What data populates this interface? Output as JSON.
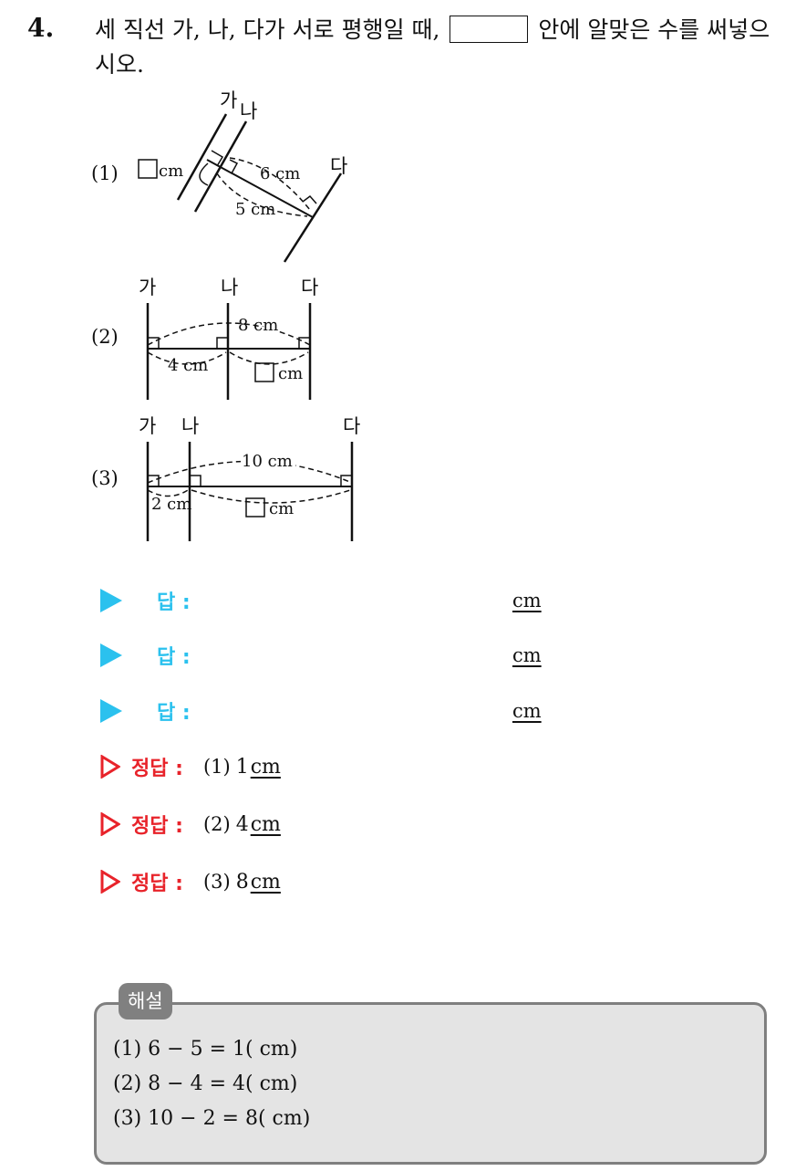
{
  "question": {
    "number": "4.",
    "text_before": "세 직선 가, 나, 다가 서로 평행일 때,",
    "text_after": "안에 알맞은 수를 써넣으시오."
  },
  "problems": [
    {
      "label": "(1)",
      "line_labels": [
        "가",
        "나",
        "다"
      ],
      "known_label": "6 cm",
      "known_label_2": "5 cm",
      "blank_unit": "cm"
    },
    {
      "label": "(2)",
      "line_labels": [
        "가",
        "나",
        "다"
      ],
      "total_label": "8 cm",
      "known_label": "4 cm",
      "blank_unit": "cm"
    },
    {
      "label": "(3)",
      "line_labels": [
        "가",
        "나",
        "다"
      ],
      "total_label": "10 cm",
      "known_label": "2 cm",
      "blank_unit": "cm"
    }
  ],
  "answer_rows": [
    {
      "label": "답 :",
      "unit": "cm"
    },
    {
      "label": "답 :",
      "unit": "cm"
    },
    {
      "label": "답 :",
      "unit": "cm"
    }
  ],
  "correct_answers": [
    {
      "label": "정답 :",
      "number": "(1)",
      "value": "1",
      "unit": "cm"
    },
    {
      "label": "정답 :",
      "number": "(2)",
      "value": "4",
      "unit": "cm"
    },
    {
      "label": "정답 :",
      "number": "(3)",
      "value": "8",
      "unit": "cm"
    }
  ],
  "explanation": {
    "tag": "해설",
    "lines": [
      "(1) 6 − 5 = 1( cm)",
      "(2) 8 − 4 = 4( cm)",
      "(3) 10 − 2 = 8( cm)"
    ]
  },
  "colors": {
    "answer_accent": "#2bc1ee",
    "correct_accent": "#e8232a",
    "explanation_bg": "#e4e4e4",
    "explanation_border": "#7f7f7f"
  }
}
